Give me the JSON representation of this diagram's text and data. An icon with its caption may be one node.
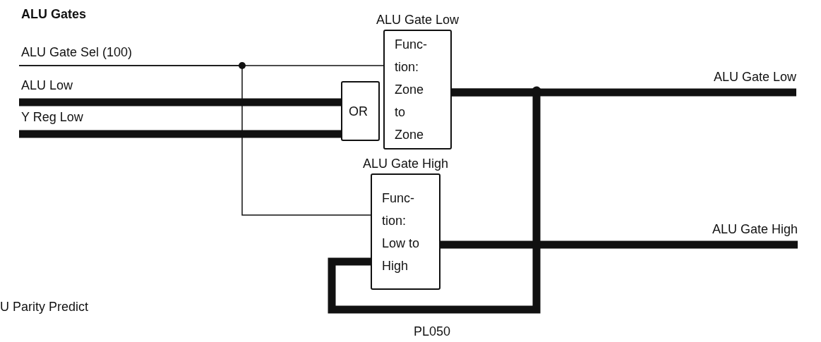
{
  "diagram": {
    "title": "ALU Gates",
    "nodes": [
      {
        "text": [
          "OR"
        ]
      },
      {
        "text": [
          "ALU Gate Low",
          "Func- tion: Zone to Zone"
        ]
      },
      {
        "text": [
          "ALU Gate High",
          "Func- tion: Low to High"
        ]
      }
    ],
    "edges": [
      {
        "from": null,
        "to": 1,
        "arrow": "none"
      },
      {
        "from": null,
        "to": 2,
        "arrow": "none"
      },
      {
        "from": null,
        "to": 0,
        "arrow": "none"
      },
      {
        "from": null,
        "to": 0,
        "arrow": "none"
      },
      {
        "from": 1,
        "to": null,
        "arrow": "none"
      },
      {
        "from": 2,
        "to": null,
        "arrow": "none"
      },
      {
        "from": 1,
        "to": 2,
        "arrow": "none"
      }
    ],
    "labels": [
      "ALU Gate Sel (100)",
      "ALU Low",
      "Y Reg Low",
      "ALU Gate Low",
      "ALU Gate High",
      "U Parity Predict",
      "PL050"
    ]
  }
}
